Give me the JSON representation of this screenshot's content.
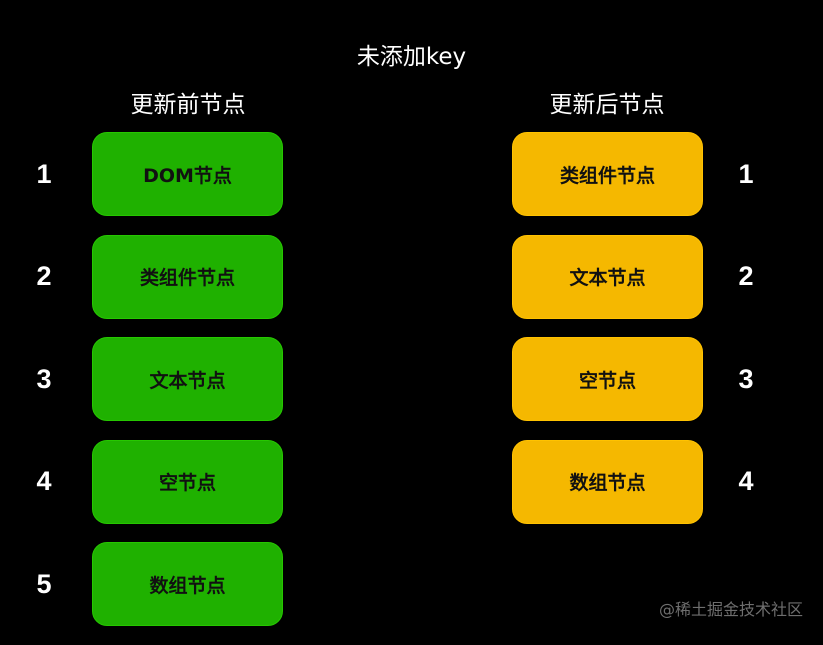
{
  "title": "未添加key",
  "before": {
    "heading": "更新前节点",
    "nodes": [
      {
        "index": "1",
        "label": "DOM节点"
      },
      {
        "index": "2",
        "label": "类组件节点"
      },
      {
        "index": "3",
        "label": "文本节点"
      },
      {
        "index": "4",
        "label": "空节点"
      },
      {
        "index": "5",
        "label": "数组节点"
      }
    ],
    "color": "#1fb100"
  },
  "after": {
    "heading": "更新后节点",
    "nodes": [
      {
        "index": "1",
        "label": "类组件节点"
      },
      {
        "index": "2",
        "label": "文本节点"
      },
      {
        "index": "3",
        "label": "空节点"
      },
      {
        "index": "4",
        "label": "数组节点"
      }
    ],
    "color": "#f5b800"
  },
  "watermark": "@稀土掘金技术社区"
}
